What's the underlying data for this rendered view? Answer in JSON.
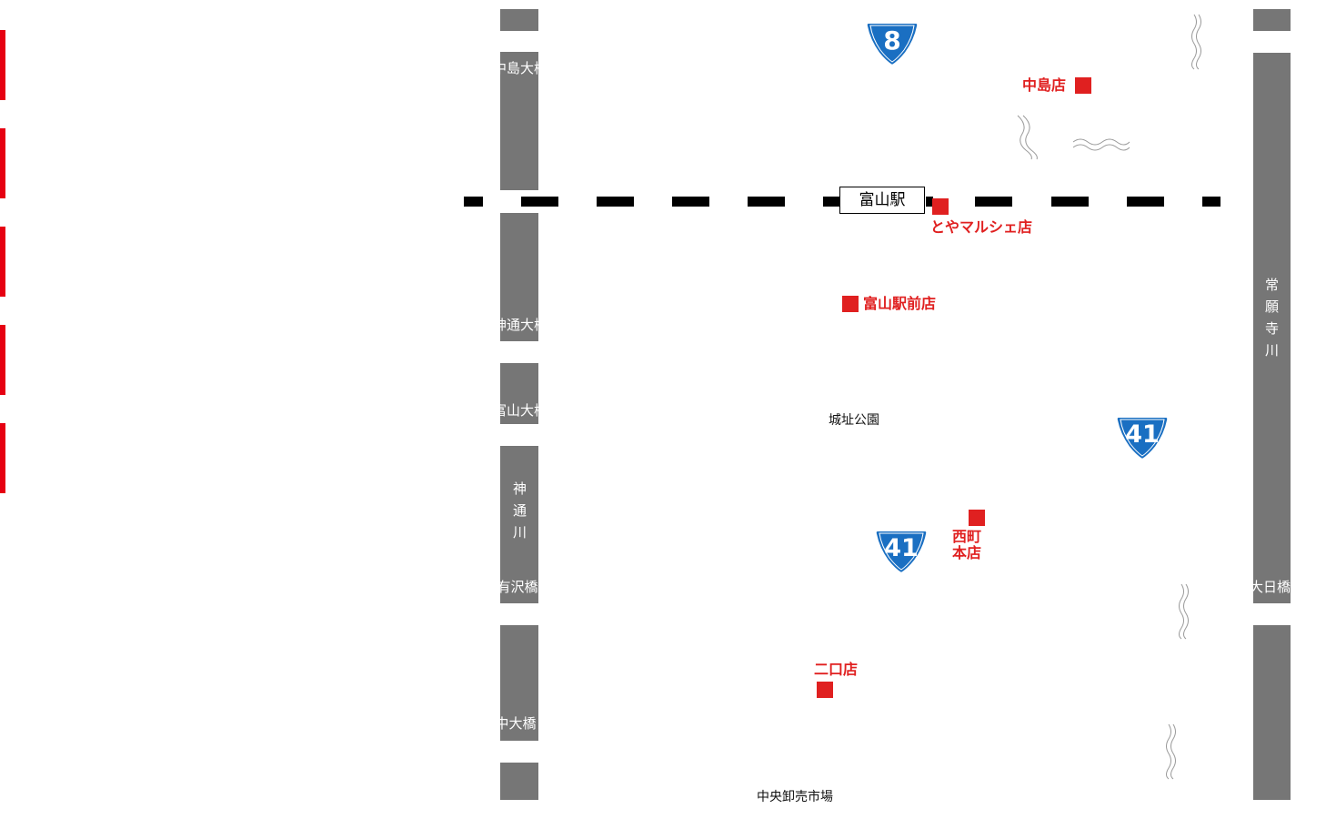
{
  "station": {
    "label": "富山駅"
  },
  "rivers": {
    "jinzu": {
      "name_chars": [
        "神",
        "通",
        "川"
      ]
    },
    "jouganji": {
      "name_chars": [
        "常",
        "願",
        "寺",
        "川"
      ]
    }
  },
  "bridges": {
    "nakajima": "中島大橋",
    "jinzu_ohashi": "神通大橋",
    "toyama_ohashi": "富山大橋",
    "arisawa": "有沢橋",
    "nakaohashi": "中大橋",
    "dainichi": "大日橋"
  },
  "stores": {
    "nakajima": "中島店",
    "toyamarche": "とやマルシェ店",
    "ekimae": "富山駅前店",
    "nishicho_line1": "西町",
    "nishicho_line2": "本店",
    "futakuchi": "二口店"
  },
  "landmarks": {
    "castle_park": "城址公園",
    "central_market": "中央卸売市場"
  },
  "routes": {
    "r8": "8",
    "r41_east": "41",
    "r41_south": "41"
  },
  "colors": {
    "store": "#e02020",
    "river": "#767676",
    "route_shield": "#1a6fc2",
    "side_tab": "#e60012",
    "railway": "#000000"
  },
  "icons": [
    "national-route-shield-icon",
    "store-marker-icon",
    "railway-line",
    "water-ripple-icon"
  ]
}
